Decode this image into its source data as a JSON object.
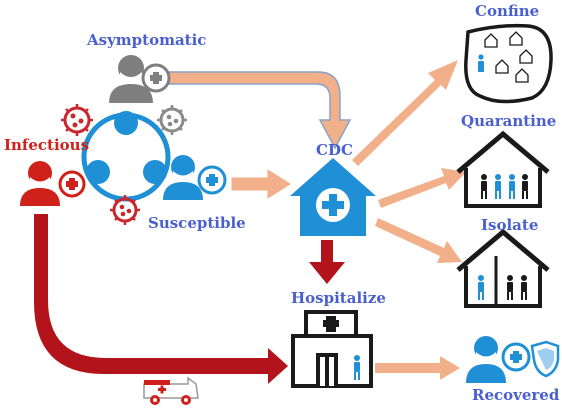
{
  "labels": {
    "asymptomatic": "Asymptomatic",
    "infectious": "Infectious",
    "susceptible": "Susceptible",
    "cdc": "CDC",
    "confine": "Confine",
    "quarantine": "Quarantine",
    "isolate": "Isolate",
    "hospitalize": "Hospitalize",
    "recovered": "Recovered"
  },
  "colors": {
    "label_blue": "#4a5fcf",
    "infectious_red": "#d0201a",
    "node_blue": "#1f8fd6",
    "grey_person": "#7f7f7f",
    "arrow_peach": "#f2b08a",
    "arrow_peach_border": "#8aa2c8",
    "arrow_dark_red": "#b3131b",
    "virus_red": "#c8282d",
    "virus_grey": "#8a8a8a",
    "house_black": "#1a1a1a"
  },
  "icons": {
    "asymptomatic": "masked-person-plus-icon",
    "infectious": "masked-person-plus-icon",
    "susceptible": "masked-person-plus-icon",
    "cdc": "medical-house-icon",
    "confine": "town-map-icon",
    "quarantine": "house-with-people-icon",
    "isolate": "partitioned-house-icon",
    "hospitalize": "hospital-building-icon",
    "recovered": "person-plus-shield-icon",
    "ambulance": "ambulance-icon"
  }
}
